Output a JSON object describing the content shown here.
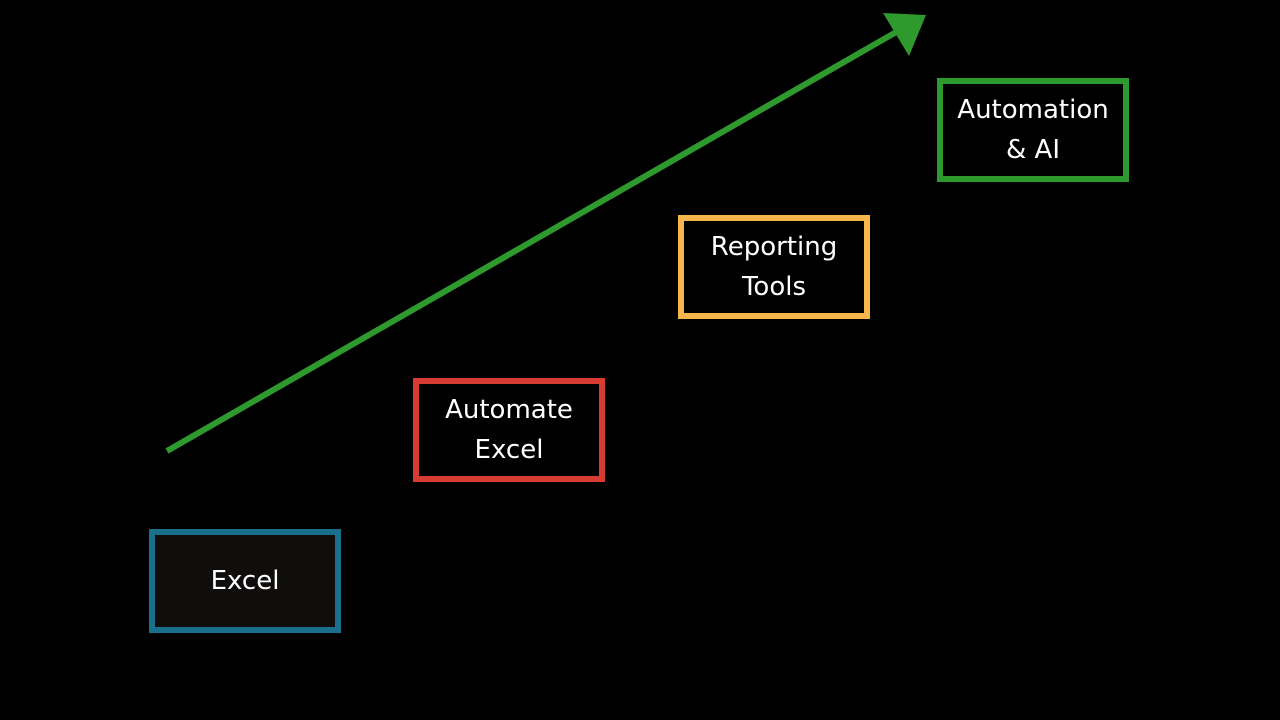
{
  "colors": {
    "background": "#000000",
    "text": "#ffffff",
    "arrow": "#2e9a2e"
  },
  "steps": [
    {
      "label": "Excel",
      "color": "#1a6f8c"
    },
    {
      "label": "Automate\nExcel",
      "color": "#d63c32"
    },
    {
      "label": "Reporting\nTools",
      "color": "#f7b64c"
    },
    {
      "label": "Automation\n& AI",
      "color": "#2e9a2e"
    }
  ]
}
